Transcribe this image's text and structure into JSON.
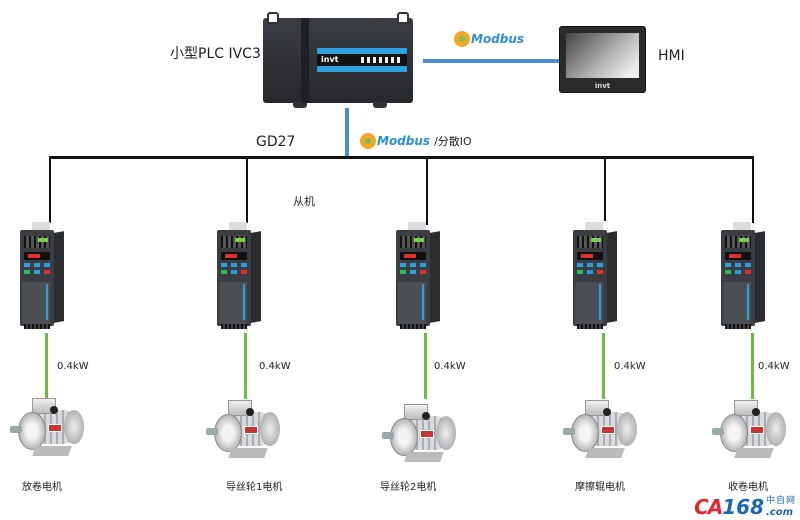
{
  "diagram": {
    "plc": {
      "label": "小型PLC IVC3",
      "brand": "invt"
    },
    "hmi": {
      "label": "HMI",
      "brand": "invt"
    },
    "link_plc_hmi": {
      "protocol": "Modbus"
    },
    "link_plc_bus": {
      "protocol": "Modbus",
      "suffix": "/分散IO"
    },
    "bus_label": "GD27",
    "slave_label": "从机",
    "colors": {
      "modbus_line": "#4a90d0",
      "bus_line": "#111111",
      "motor_line": "#6cbf3a",
      "modbus_text": "#2b8fd6"
    },
    "drives": [
      {
        "power": "0.4kW",
        "motor": "放卷电机"
      },
      {
        "power": "0.4kW",
        "motor": "导丝轮1电机"
      },
      {
        "power": "0.4kW",
        "motor": "导丝轮2电机"
      },
      {
        "power": "0.4kW",
        "motor": "摩擦辊电机"
      },
      {
        "power": "0.4kW",
        "motor": "收卷电机"
      }
    ]
  },
  "watermark": {
    "main_red": "CA",
    "main_blue": "168",
    "chinese": "中自网",
    "domain": ".com"
  }
}
